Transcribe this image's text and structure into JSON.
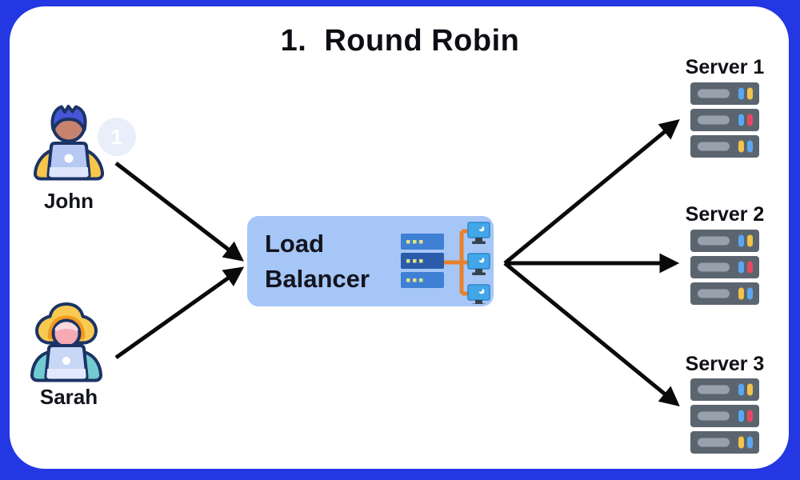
{
  "title": {
    "number": "1.",
    "text": "Round Robin"
  },
  "users": [
    {
      "name": "John",
      "request_badge": "1"
    },
    {
      "name": "Sarah"
    }
  ],
  "load_balancer": {
    "label": "Load\nBalancer"
  },
  "servers": [
    {
      "label": "Server 1"
    },
    {
      "label": "Server 2"
    },
    {
      "label": "Server 3"
    }
  ],
  "colors": {
    "frame_border": "#2337e3",
    "card_background": "#ffffff",
    "load_balancer_box": "#a6c6f7",
    "arrow": "#0a0a0a",
    "badge_background": "#e9effa"
  }
}
